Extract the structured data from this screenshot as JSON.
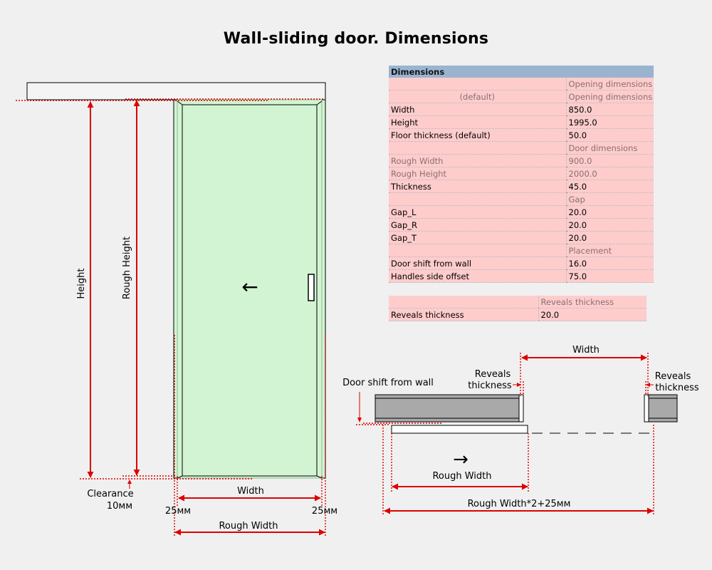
{
  "title": "Wall-sliding door. Dimensions",
  "colors": {
    "dimension": "#dd0000",
    "door_fill": "#d2f4d2",
    "door_border": "#90b890",
    "table_row": "#ffcccc",
    "table_header": "#9ab4d0",
    "wall_fill": "#a9a9a9"
  },
  "dimensions_table": {
    "header": "Dimensions",
    "rows": [
      {
        "label": "",
        "value": "Opening dimensions",
        "kind": "group"
      },
      {
        "label": "(default)",
        "value": "Opening dimensions",
        "kind": "group-center"
      },
      {
        "label": "Width",
        "value": "850.0",
        "kind": "value"
      },
      {
        "label": "Height",
        "value": "1995.0",
        "kind": "value"
      },
      {
        "label": "Floor thickness (default)",
        "value": "50.0",
        "kind": "value"
      },
      {
        "label": "",
        "value": "Door dimensions",
        "kind": "group"
      },
      {
        "label": "Rough Width",
        "value": "900.0",
        "kind": "muted"
      },
      {
        "label": "Rough Height",
        "value": "2000.0",
        "kind": "muted"
      },
      {
        "label": "Thickness",
        "value": "45.0",
        "kind": "value"
      },
      {
        "label": "",
        "value": "Gap",
        "kind": "group"
      },
      {
        "label": "Gap_L",
        "value": "20.0",
        "kind": "value"
      },
      {
        "label": "Gap_R",
        "value": "20.0",
        "kind": "value"
      },
      {
        "label": "Gap_T",
        "value": "20.0",
        "kind": "value"
      },
      {
        "label": "",
        "value": "Placement",
        "kind": "group"
      },
      {
        "label": "Door shift from wall",
        "value": "16.0",
        "kind": "value"
      },
      {
        "label": "Handles side offset",
        "value": "75.0",
        "kind": "value"
      }
    ]
  },
  "reveals_table": {
    "rows": [
      {
        "label": "",
        "value": "Reveals thickness",
        "kind": "group"
      },
      {
        "label": "Reveals thickness",
        "value": "20.0",
        "kind": "value"
      }
    ]
  },
  "front_view": {
    "height_label": "Height",
    "rough_height_label": "Rough Height",
    "width_label": "Width",
    "rough_width_label": "Rough Width",
    "clearance_label": "Clearance",
    "clearance_value": "10мм",
    "gap_left": "25мм",
    "gap_right": "25мм",
    "direction_arrow": "←"
  },
  "plan_view": {
    "width_label": "Width",
    "reveals_left_line1": "Reveals",
    "reveals_left_line2": "thickness",
    "reveals_right_line1": "Reveals",
    "reveals_right_line2": "thickness",
    "door_shift_label": "Door shift from wall",
    "rough_width_label": "Rough Width",
    "total_label": "Rough Width*2+25мм",
    "direction_arrow": "→"
  }
}
